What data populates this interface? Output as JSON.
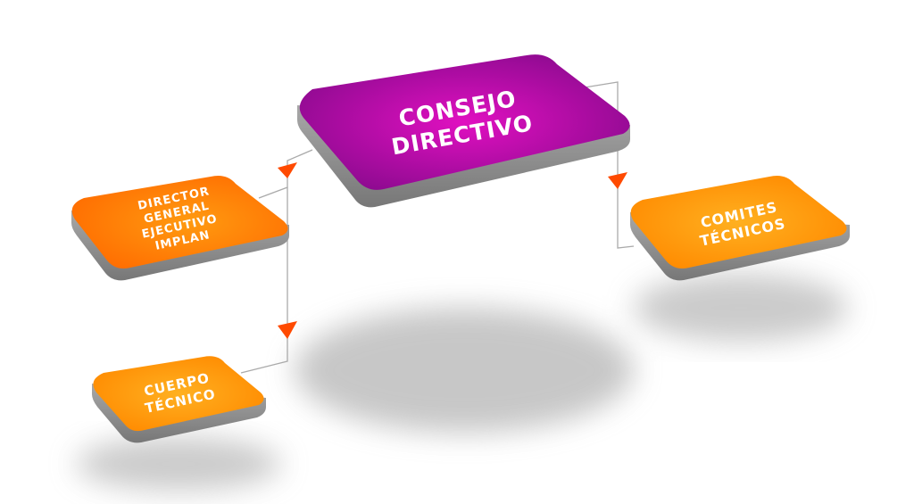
{
  "diagram": {
    "nodes": {
      "consejo": {
        "lines": [
          "CONSEJO",
          "DIRECTIVO"
        ]
      },
      "director": {
        "lines": [
          "DIRECTOR",
          "GENERAL",
          "EJECUTIVO",
          "IMPLAN"
        ]
      },
      "comites": {
        "lines": [
          "COMITES",
          "TÉCNICOS"
        ]
      },
      "cuerpo": {
        "lines": [
          "CUERPO",
          "TÉCNICO"
        ]
      }
    },
    "colors": {
      "consejo_center": "#e010c0",
      "consejo_edge": "#8a0a8e",
      "orange_center": "#ff9a10",
      "orange_edge": "#ff6a00",
      "side_gray": "#8a8a8a",
      "connector": "#aaaaaa",
      "arrow": "#ff4a00"
    }
  }
}
